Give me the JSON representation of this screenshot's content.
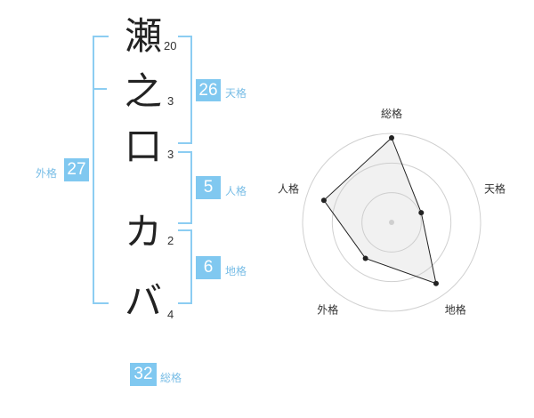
{
  "name": {
    "chars": [
      {
        "char": "瀬",
        "strokes": "20"
      },
      {
        "char": "之",
        "strokes": "3"
      },
      {
        "char": "口",
        "strokes": "3"
      },
      {
        "char": "カ",
        "strokes": "2"
      },
      {
        "char": "バ",
        "strokes": "4"
      }
    ]
  },
  "kaku": {
    "tenkaku": {
      "value": "26",
      "label": "天格"
    },
    "jinkaku": {
      "value": "5",
      "label": "人格"
    },
    "chikaku": {
      "value": "6",
      "label": "地格"
    },
    "gaikaku": {
      "value": "27",
      "label": "外格"
    },
    "soukaku": {
      "value": "32",
      "label": "総格"
    }
  },
  "colors": {
    "accent": "#80c8f0",
    "bracket": "#8ccdf2",
    "label": "#78bde6"
  },
  "chart_data": {
    "type": "radar",
    "axes": [
      "総格",
      "天格",
      "地格",
      "外格",
      "人格"
    ],
    "values": [
      0.95,
      0.35,
      0.85,
      0.5,
      0.8
    ],
    "rings": 3
  }
}
